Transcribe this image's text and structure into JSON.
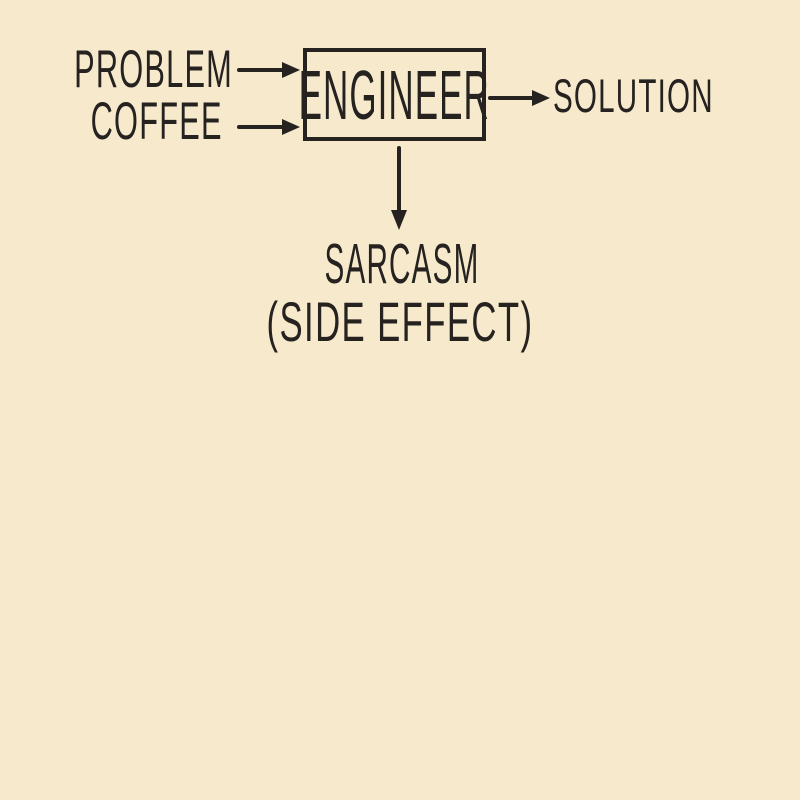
{
  "page": {
    "colors": {
      "background": "#f6e9cc",
      "ink": "#262220"
    }
  },
  "diagram": {
    "inputs": [
      {
        "label": "PROBLEM"
      },
      {
        "label": "COFFEE"
      }
    ],
    "process": {
      "label": "ENGINEER"
    },
    "output": {
      "label": "SOLUTION"
    },
    "side_effect": {
      "label": "SARCASM",
      "sublabel": "(SIDE EFFECT)"
    },
    "flows": [
      {
        "from": "PROBLEM",
        "to": "ENGINEER",
        "direction": "right"
      },
      {
        "from": "COFFEE",
        "to": "ENGINEER",
        "direction": "right"
      },
      {
        "from": "ENGINEER",
        "to": "SOLUTION",
        "direction": "right"
      },
      {
        "from": "ENGINEER",
        "to": "SARCASM (SIDE EFFECT)",
        "direction": "down"
      }
    ]
  }
}
